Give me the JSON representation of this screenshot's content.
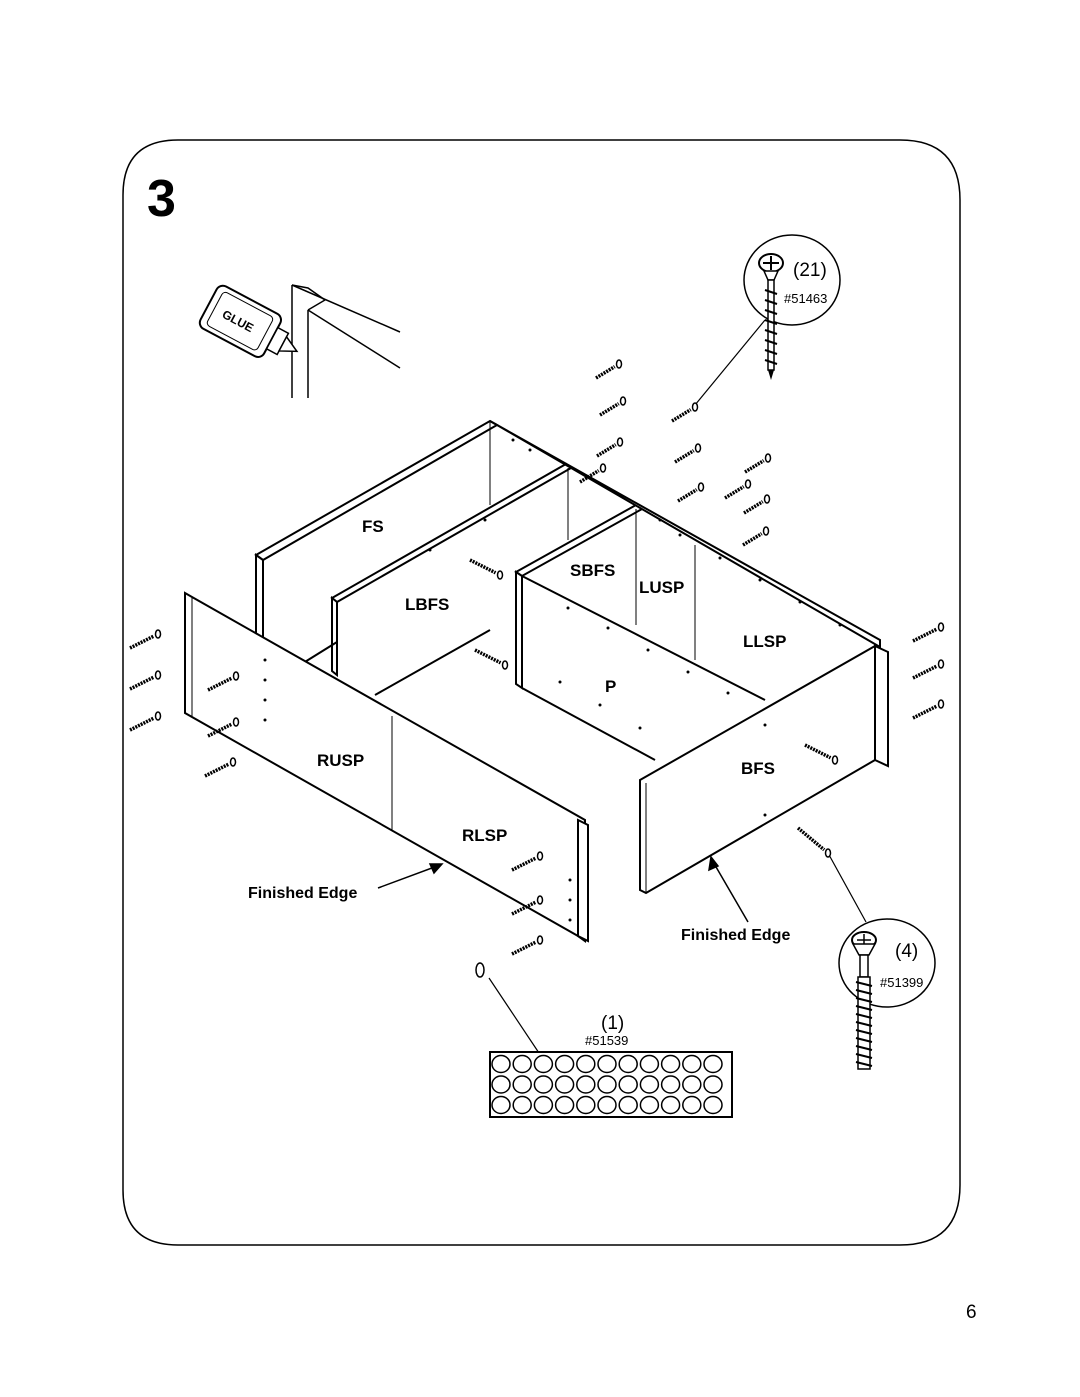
{
  "step_number": "3",
  "page_number": "6",
  "glue_label": "GLUE",
  "parts": {
    "fs": "FS",
    "lbfs": "LBFS",
    "sbfs": "SBFS",
    "lusp": "LUSP",
    "llsp": "LLSP",
    "p": "P",
    "rusp": "RUSP",
    "bfs": "BFS",
    "rlsp": "RLSP"
  },
  "finished_edge_left": "Finished Edge",
  "finished_edge_right": "Finished Edge",
  "hardware": [
    {
      "qty": "(21)",
      "part": "#51463",
      "icon": "long-screw-icon"
    },
    {
      "qty": "(4)",
      "part": "#51399",
      "icon": "bolt-icon"
    },
    {
      "qty": "(1)",
      "part": "#51539",
      "icon": "cap-sheet-icon"
    }
  ]
}
